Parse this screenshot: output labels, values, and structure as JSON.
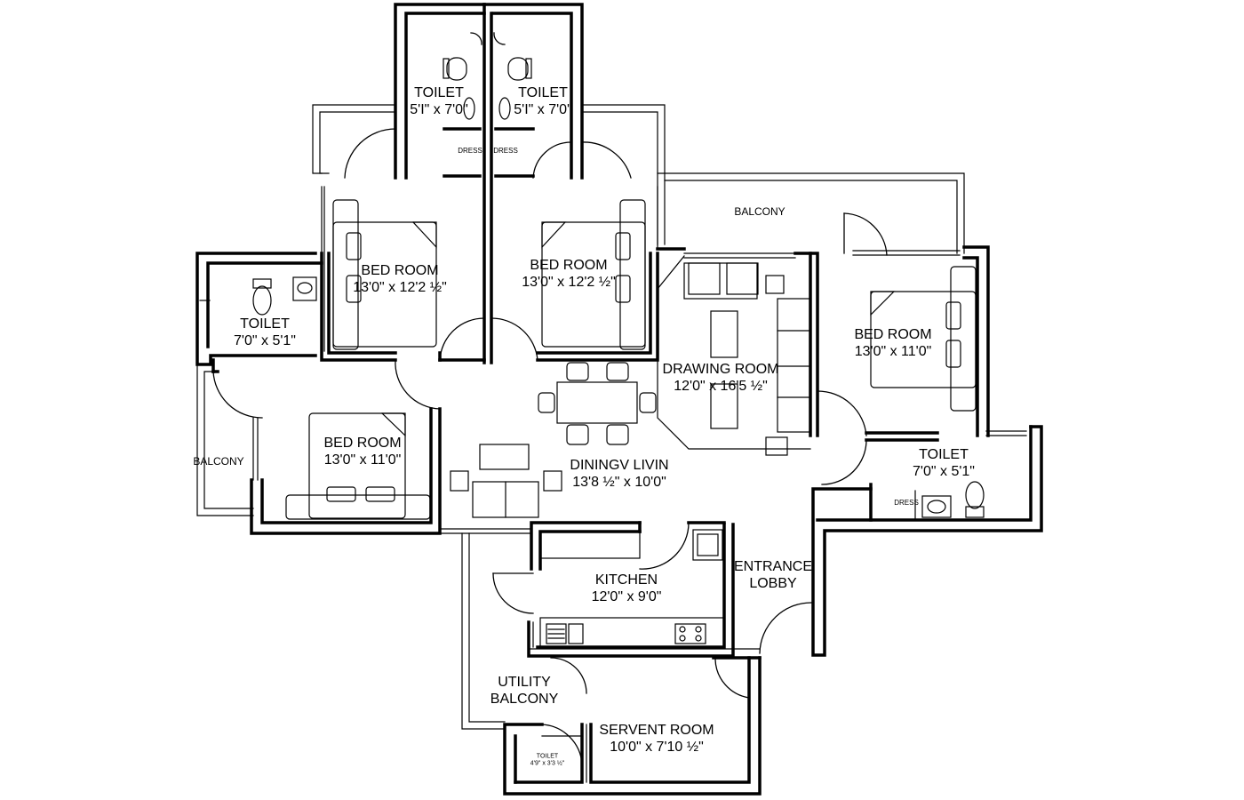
{
  "rooms": {
    "toilet_top_left": {
      "name": "TOILET",
      "dim": "5'I\" x 7'0\""
    },
    "toilet_top_right": {
      "name": "TOILET",
      "dim": "5'I\" x 7'0\""
    },
    "dress_top_left": {
      "name": "DRESS"
    },
    "dress_top_right": {
      "name": "DRESS"
    },
    "bedroom_upper_left": {
      "name": "BED ROOM",
      "dim": "13'0\" x 12'2 ½\""
    },
    "bedroom_upper_right": {
      "name": "BED ROOM",
      "dim": "13'0\" x 12'2 ½\""
    },
    "toilet_left": {
      "name": "TOILET",
      "dim": "7'0\" x 5'1\""
    },
    "bedroom_lower_left": {
      "name": "BED ROOM",
      "dim": "13'0\" x 11'0\""
    },
    "balcony_left": {
      "name": "BALCONY"
    },
    "balcony_top": {
      "name": "BALCONY"
    },
    "drawing_room": {
      "name": "DRAWING ROOM",
      "dim": "12'0\" x 16'5 ½\""
    },
    "bedroom_right": {
      "name": "BED ROOM",
      "dim": "13'0\" x 11'0\""
    },
    "toilet_right": {
      "name": "TOILET",
      "dim": "7'0\" x 5'1\""
    },
    "dress_right": {
      "name": "DRESS"
    },
    "dining_living": {
      "name": "DININGV LIVIN",
      "dim": "13'8 ½\" x 10'0\""
    },
    "kitchen": {
      "name": "KITCHEN",
      "dim": "12'0\" x 9'0\""
    },
    "entrance_lobby": {
      "name": "ENTRANCE",
      "name2": "LOBBY"
    },
    "utility_balcony": {
      "name": "UTILITY",
      "name2": "BALCONY"
    },
    "servant_room": {
      "name": "SERVENT ROOM",
      "dim": "10'0\" x 7'10 ½\""
    },
    "toilet_small": {
      "name": "TOILET",
      "dim": "4'9\" x 3'3 ½\""
    }
  }
}
